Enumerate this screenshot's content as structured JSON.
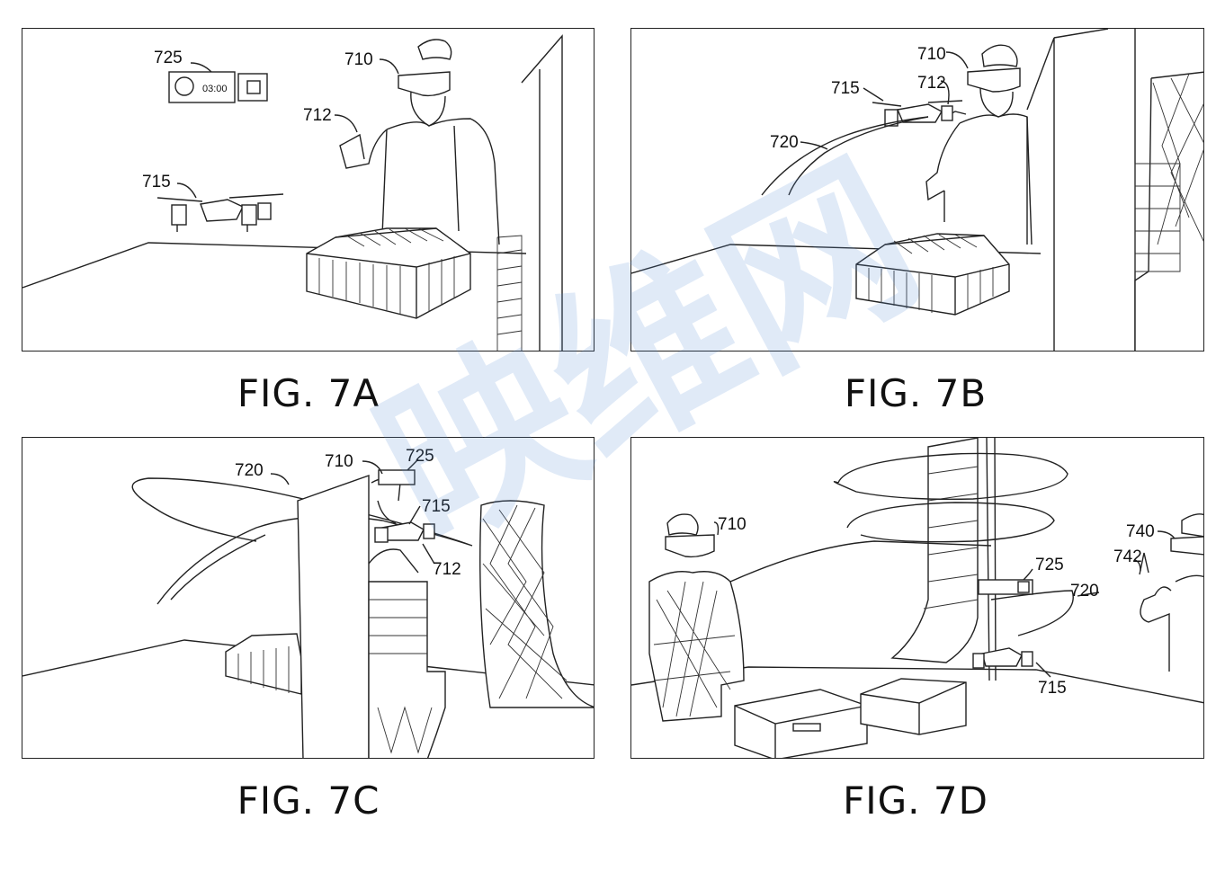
{
  "figures": {
    "a": {
      "caption": "FIG. 7A",
      "labels": {
        "l725": "725",
        "l710": "710",
        "l712": "712",
        "l715": "715",
        "timer": "03:00"
      }
    },
    "b": {
      "caption": "FIG. 7B",
      "labels": {
        "l710": "710",
        "l715": "715",
        "l712": "712",
        "l720": "720"
      }
    },
    "c": {
      "caption": "FIG. 7C",
      "labels": {
        "l720": "720",
        "l710": "710",
        "l725": "725",
        "l715": "715",
        "l712": "712"
      }
    },
    "d": {
      "caption": "FIG. 7D",
      "labels": {
        "l710": "710",
        "l725": "725",
        "l720": "720",
        "l740": "740",
        "l742": "742",
        "l715": "715"
      }
    }
  },
  "watermark": {
    "text": "映维网",
    "color": "#5b8fd6"
  }
}
